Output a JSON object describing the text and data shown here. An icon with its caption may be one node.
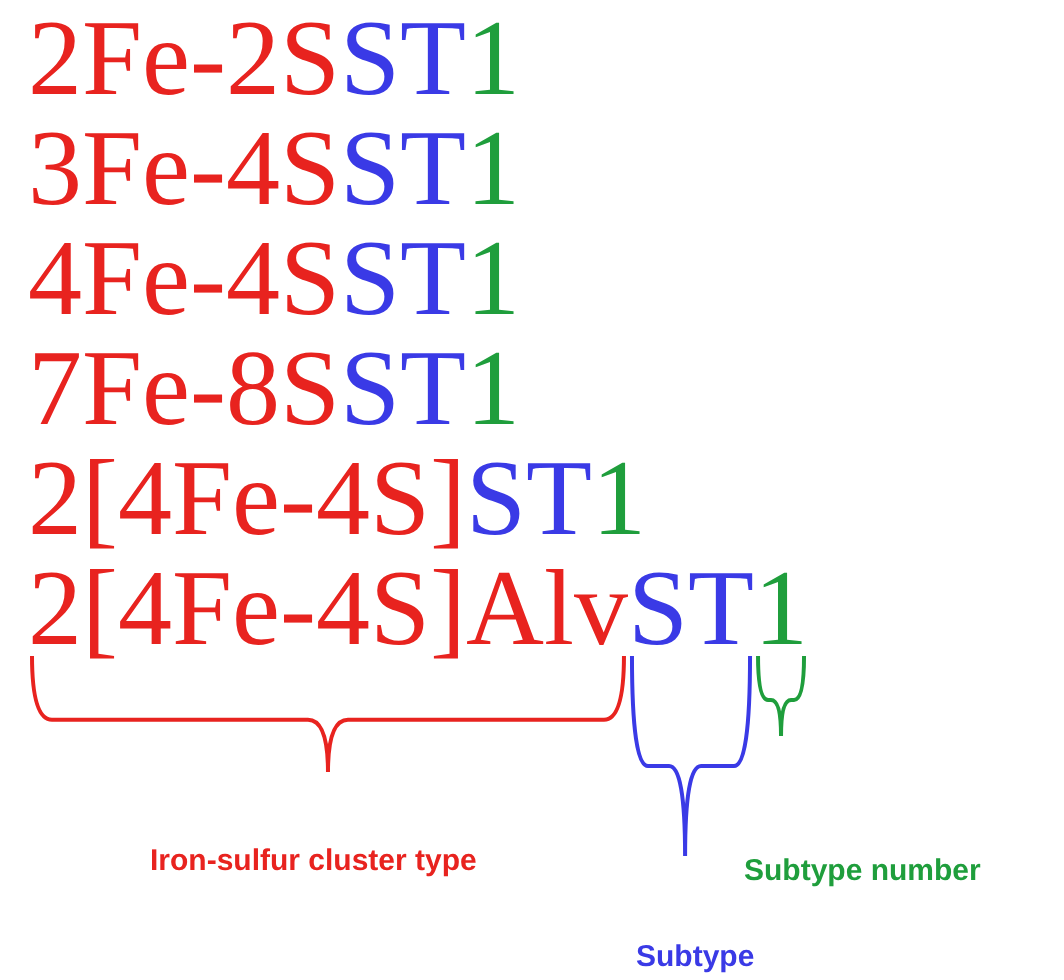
{
  "diagram": {
    "labels": [
      "2Fe-2S",
      "ST",
      "1",
      "3Fe-4S",
      "ST",
      "1",
      "4Fe-4S",
      "ST",
      "1",
      "7Fe-8S",
      "ST",
      "1",
      "2[4Fe-4S]",
      "ST",
      "1",
      "2[4Fe-4S]Alv",
      "ST",
      "1",
      "Iron-sulfur cluster type",
      "Subtype",
      "Subtype number"
    ]
  }
}
